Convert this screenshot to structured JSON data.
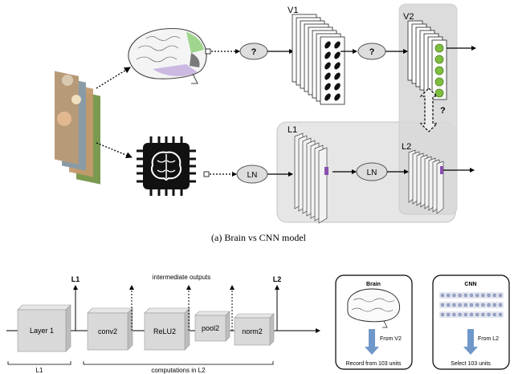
{
  "top": {
    "caption": "(a) Brain vs CNN model",
    "labels": {
      "v1": "V1",
      "v2": "V2",
      "l1": "L1",
      "l2": "L2",
      "ln": "LN",
      "unknown": "?"
    }
  },
  "bottom": {
    "layers": [
      "Layer 1",
      "conv2",
      "ReLU2",
      "pool2",
      "norm2"
    ],
    "output_l1": "L1",
    "output_l2": "L2",
    "intermediate": "intermediate outputs",
    "bracket_l1": "L1",
    "bracket_l2": "computations in L2"
  },
  "brain_box": {
    "title": "Brain",
    "arrow_label": "From V2",
    "footer": "Record from 103 units"
  },
  "cnn_box": {
    "title": "CNN",
    "arrow_label": "From L2",
    "footer": "Select 103 units"
  },
  "colors": {
    "purple": "#8a4fb0",
    "green": "#7fbf3f",
    "blue_arrow": "#6f97c9",
    "panel_gray": "#e6e6e6",
    "dot_blue": "#9aa6c8"
  }
}
